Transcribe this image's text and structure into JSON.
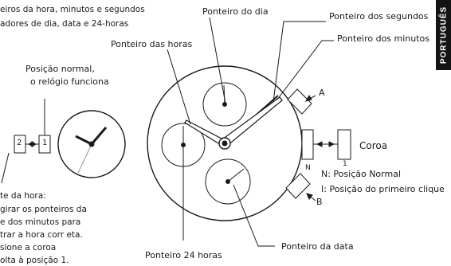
{
  "top_left": {
    "line1": "eiros da hora, minutos e segundos",
    "line2": "adores de dia, data e 24-horas"
  },
  "small_watch": {
    "caption_line1": "Posição normal,",
    "caption_line2": "o relógio funciona",
    "position_2": "2",
    "position_1": "1"
  },
  "bottom_left": {
    "line1": "te da hora:",
    "line2": "girar os ponteiros da",
    "line3": "e dos minutos para",
    "line4": "trar a hora corr eta.",
    "line5": "sione a coroa",
    "line6": "olta à posição 1."
  },
  "labels": {
    "day_hand": "Ponteiro do dia",
    "hour_hand": "Ponteiro das horas",
    "second_hand": "Ponteiro dos segundos",
    "minute_hand": "Ponteiro dos minutos",
    "hand_24h": "Ponteiro 24 horas",
    "date_hand": "Ponteiro da data",
    "button_a": "A",
    "button_b": "B",
    "crown": "Coroa",
    "pos_n": "N",
    "pos_1": "1"
  },
  "legend": {
    "n_line": "N: Posição Normal",
    "i_line": "I:  Posição do primeiro clique"
  },
  "side_tab": "PORTUGUÊS"
}
